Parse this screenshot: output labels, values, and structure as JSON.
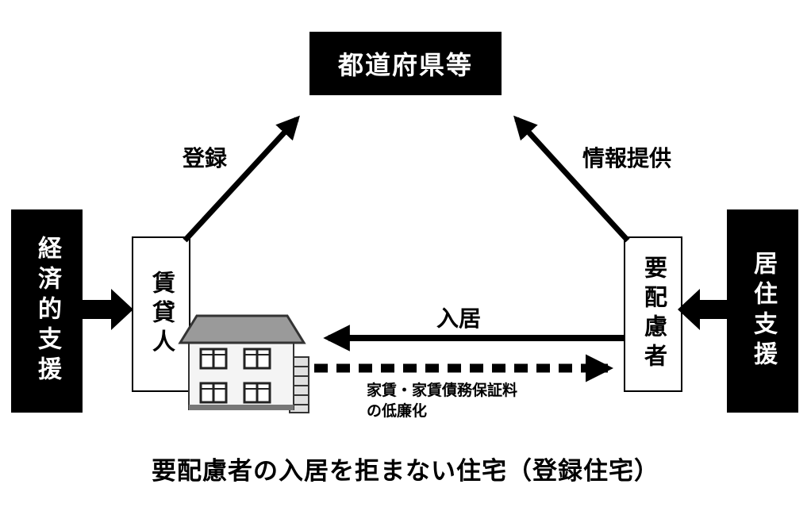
{
  "diagram": {
    "nodes": {
      "prefecture": "都道府県等",
      "economic_support": "経済的支援",
      "housing_support": "居住支援",
      "landlord": "賃貸人",
      "person_requiring_consideration": "要配慮者"
    },
    "arrows": {
      "register": "登録",
      "info_provision": "情報提供",
      "move_in": "入居",
      "rent_reduction_line1": "家賃・家賃債務保証料",
      "rent_reduction_line2": "の低廉化"
    },
    "caption": "要配慮者の入居を拒まない住宅（登録住宅）",
    "colors": {
      "box_fill": "#000000",
      "box_text": "#ffffff",
      "line": "#000000",
      "roof": "#9a9a9a"
    }
  }
}
